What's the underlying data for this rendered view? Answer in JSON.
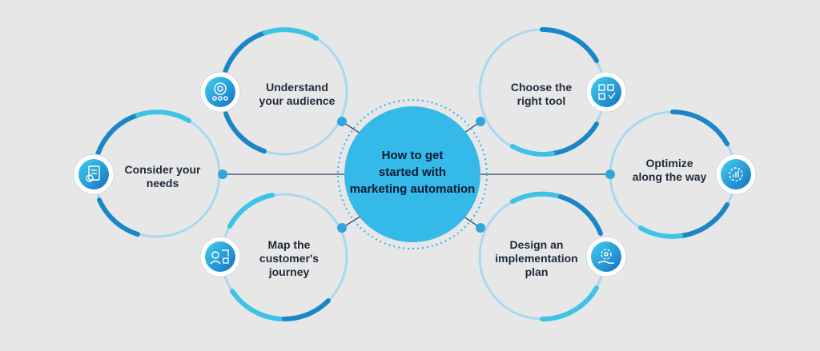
{
  "center": {
    "title": "How to get\nstarted with\nmarketing automation"
  },
  "steps": [
    {
      "label": "Understand\nyour audience",
      "icon": "audience-target-icon"
    },
    {
      "label": "Consider your\nneeds",
      "icon": "needs-document-icon"
    },
    {
      "label": "Map the\ncustomer's\njourney",
      "icon": "journey-map-icon"
    },
    {
      "label": "Choose the\nright tool",
      "icon": "tool-checklist-icon"
    },
    {
      "label": "Optimize\nalong the way",
      "icon": "optimize-gear-chart-icon"
    },
    {
      "label": "Design an\nimplementation\nplan",
      "icon": "plan-gear-hand-icon"
    }
  ],
  "colors": {
    "background": "#e7e7e7",
    "ring_light": "#a9d8ef",
    "ring_mid": "#3cc3e6",
    "ring_dark": "#1a86c8",
    "center_fill": "#35b9e9",
    "connector": "#2a3a5a"
  }
}
